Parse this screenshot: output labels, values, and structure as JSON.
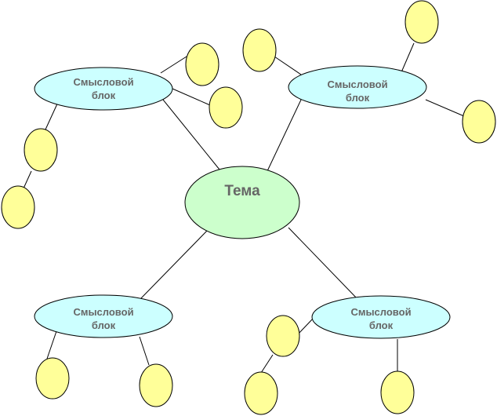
{
  "diagram": {
    "topic": {
      "label": "Тема"
    },
    "blocks": [
      {
        "line1": "Смысловой",
        "line2": "блок"
      },
      {
        "line1": "Смысловой",
        "line2": "блок"
      },
      {
        "line1": "Смысловой",
        "line2": "блок"
      },
      {
        "line1": "Смысловой",
        "line2": "блок"
      }
    ]
  },
  "colors": {
    "topic_fill": "#ccffcc",
    "block_fill": "#ccffff",
    "leaf_fill": "#ffff99",
    "label_text": "#666666",
    "outline": "#000000"
  }
}
